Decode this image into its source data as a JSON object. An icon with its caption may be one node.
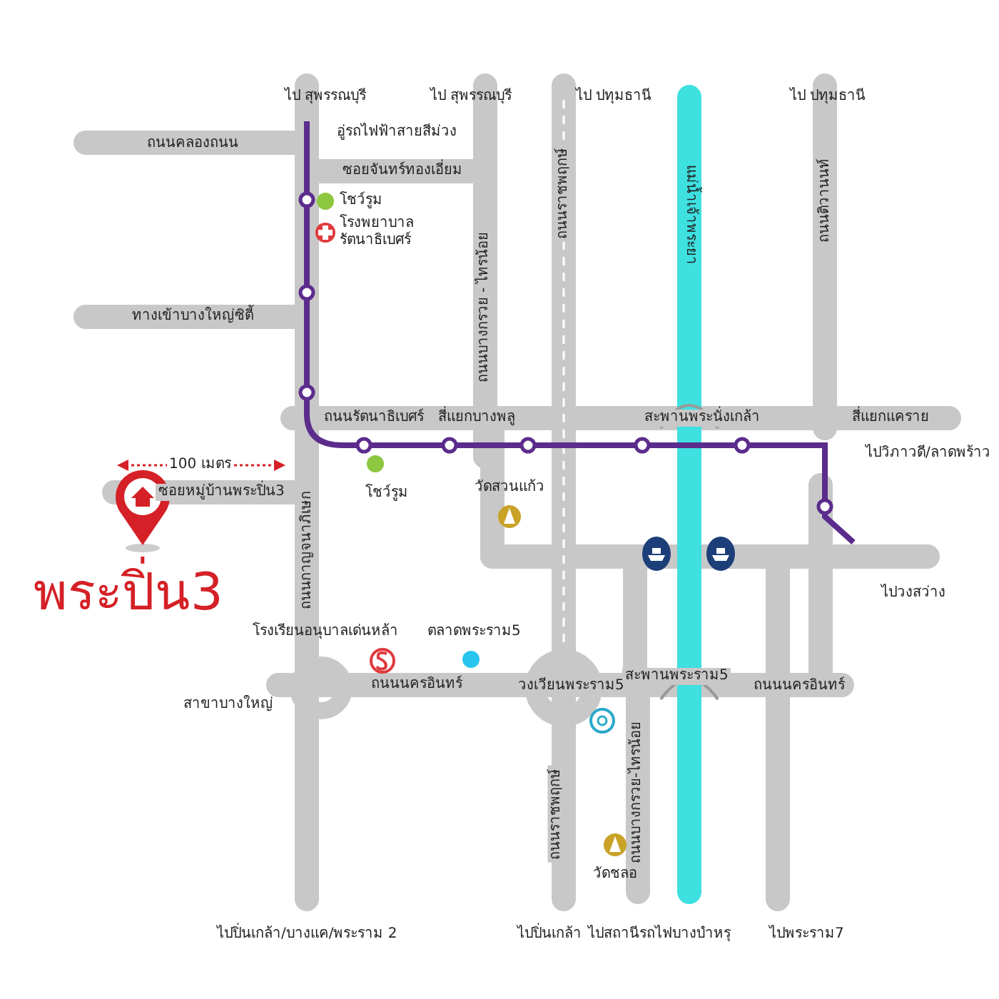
{
  "diagram": {
    "labels": [
      "ไป สุพรรณบุรี",
      "ไป สุพรรณบุรี",
      "ไป ปทุมธานี",
      "ไป ปทุมธานี",
      "อู่รถไฟฟ้าสายสีม่วง",
      "ถนนคลองถนน",
      "ซอยจันทร์ทองเอี่ยม",
      "โชว์รูม",
      "โรงพยาบาล รัตนาธิเบศร์",
      "ถนนบางกรวย - ไทรน้อย",
      "ทางเข้าบางใหญ่ซิตี้",
      "ถนนรัตนาธิเบศร์",
      "สี่แยกบางพลู",
      "ถนนราชพฤกษ์",
      "แม่น้ำเจ้าพระยา",
      "ถนนติวานนท์",
      "สะพานพระนั่งเกล้า",
      "สี่แยกแคราย",
      "ไปวิภาวดี/ลาดพร้าว",
      "ถนนกาญจนาภิเษก",
      "100 เมตร",
      "ซอยหมู่บ้านพระปิ่น3",
      "โชว์รูม",
      "วัดสวนแก้ว",
      "พระปิ่น3",
      "ไปวงสว่าง",
      "โรงเรียนอนุบาลเด่นหล้า",
      "ตลาดพระราม5",
      "ถนนนครอินทร์",
      "วงเวียนพระราม5",
      "สะพานพระราม5",
      "ถนนนครอินทร์",
      "สาขาบางใหญ่",
      "ถนนราชพฤกษ์",
      "ถนนบางกรวย-ไทรน้อย",
      "วัดชลอ",
      "ไปปิ่นเกล้า/บางแค/พระราม 2",
      "ไปปิ่นเกล้า",
      "ไปสถานีรถไฟบางบำหรุ",
      "ไปพระราม7"
    ]
  }
}
